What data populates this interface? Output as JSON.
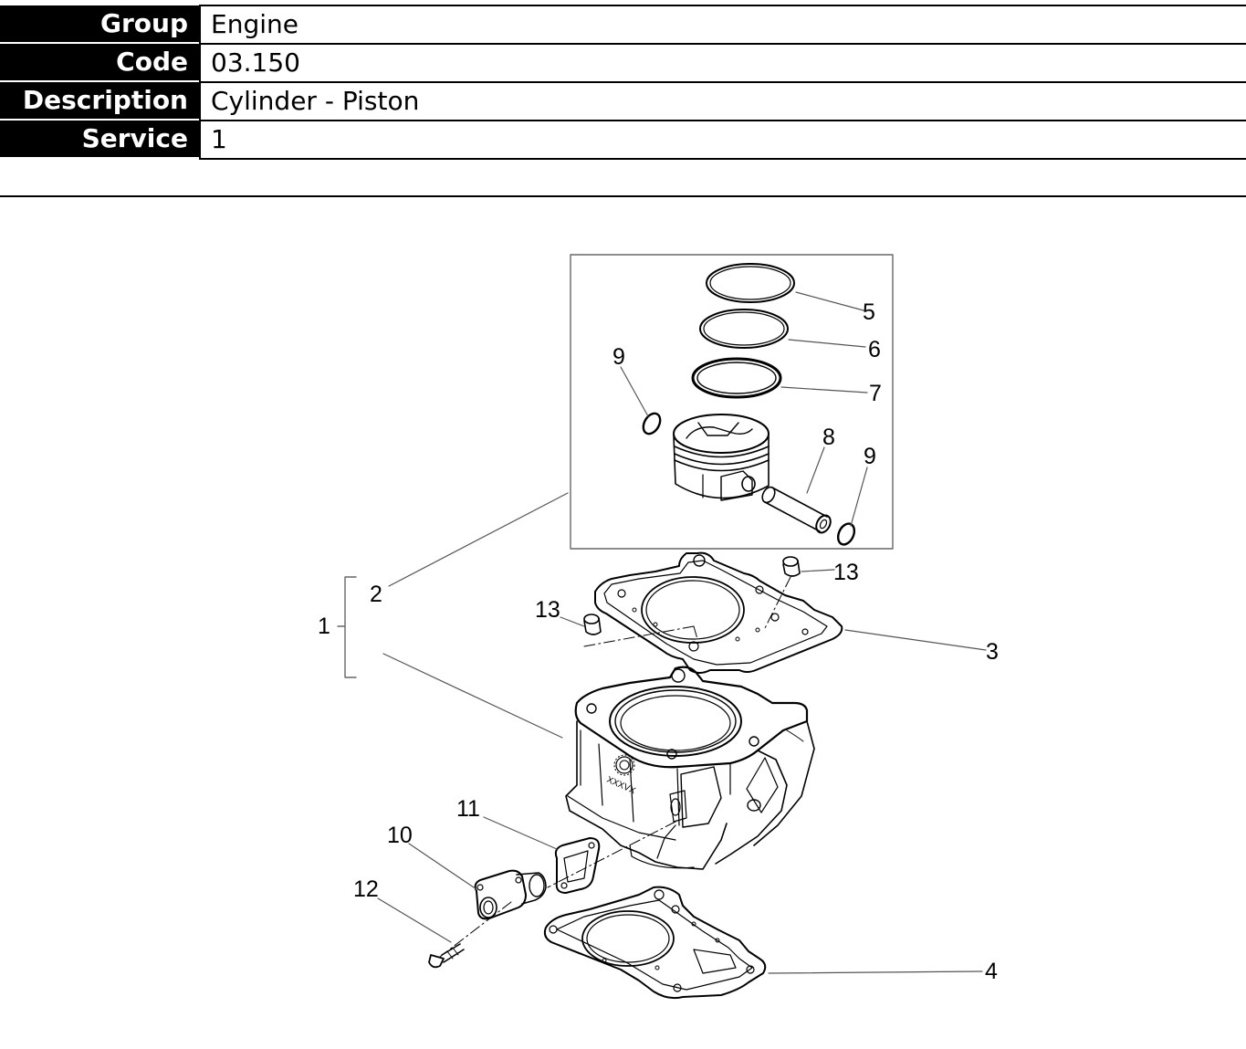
{
  "info": {
    "group_label": "Group",
    "group_value": "Engine",
    "code_label": "Code",
    "code_value": "03.150",
    "description_label": "Description",
    "description_value": "Cylinder - Piston",
    "service_label": "Service",
    "service_value": "1"
  },
  "callouts": {
    "c1": "1",
    "c2": "2",
    "c3": "3",
    "c4": "4",
    "c5": "5",
    "c6": "6",
    "c7": "7",
    "c8": "8",
    "c9a": "9",
    "c9b": "9",
    "c10": "10",
    "c11": "11",
    "c12": "12",
    "c13a": "13",
    "c13b": "13"
  },
  "stamp": {
    "cylinder_marking": "XXXVX"
  }
}
